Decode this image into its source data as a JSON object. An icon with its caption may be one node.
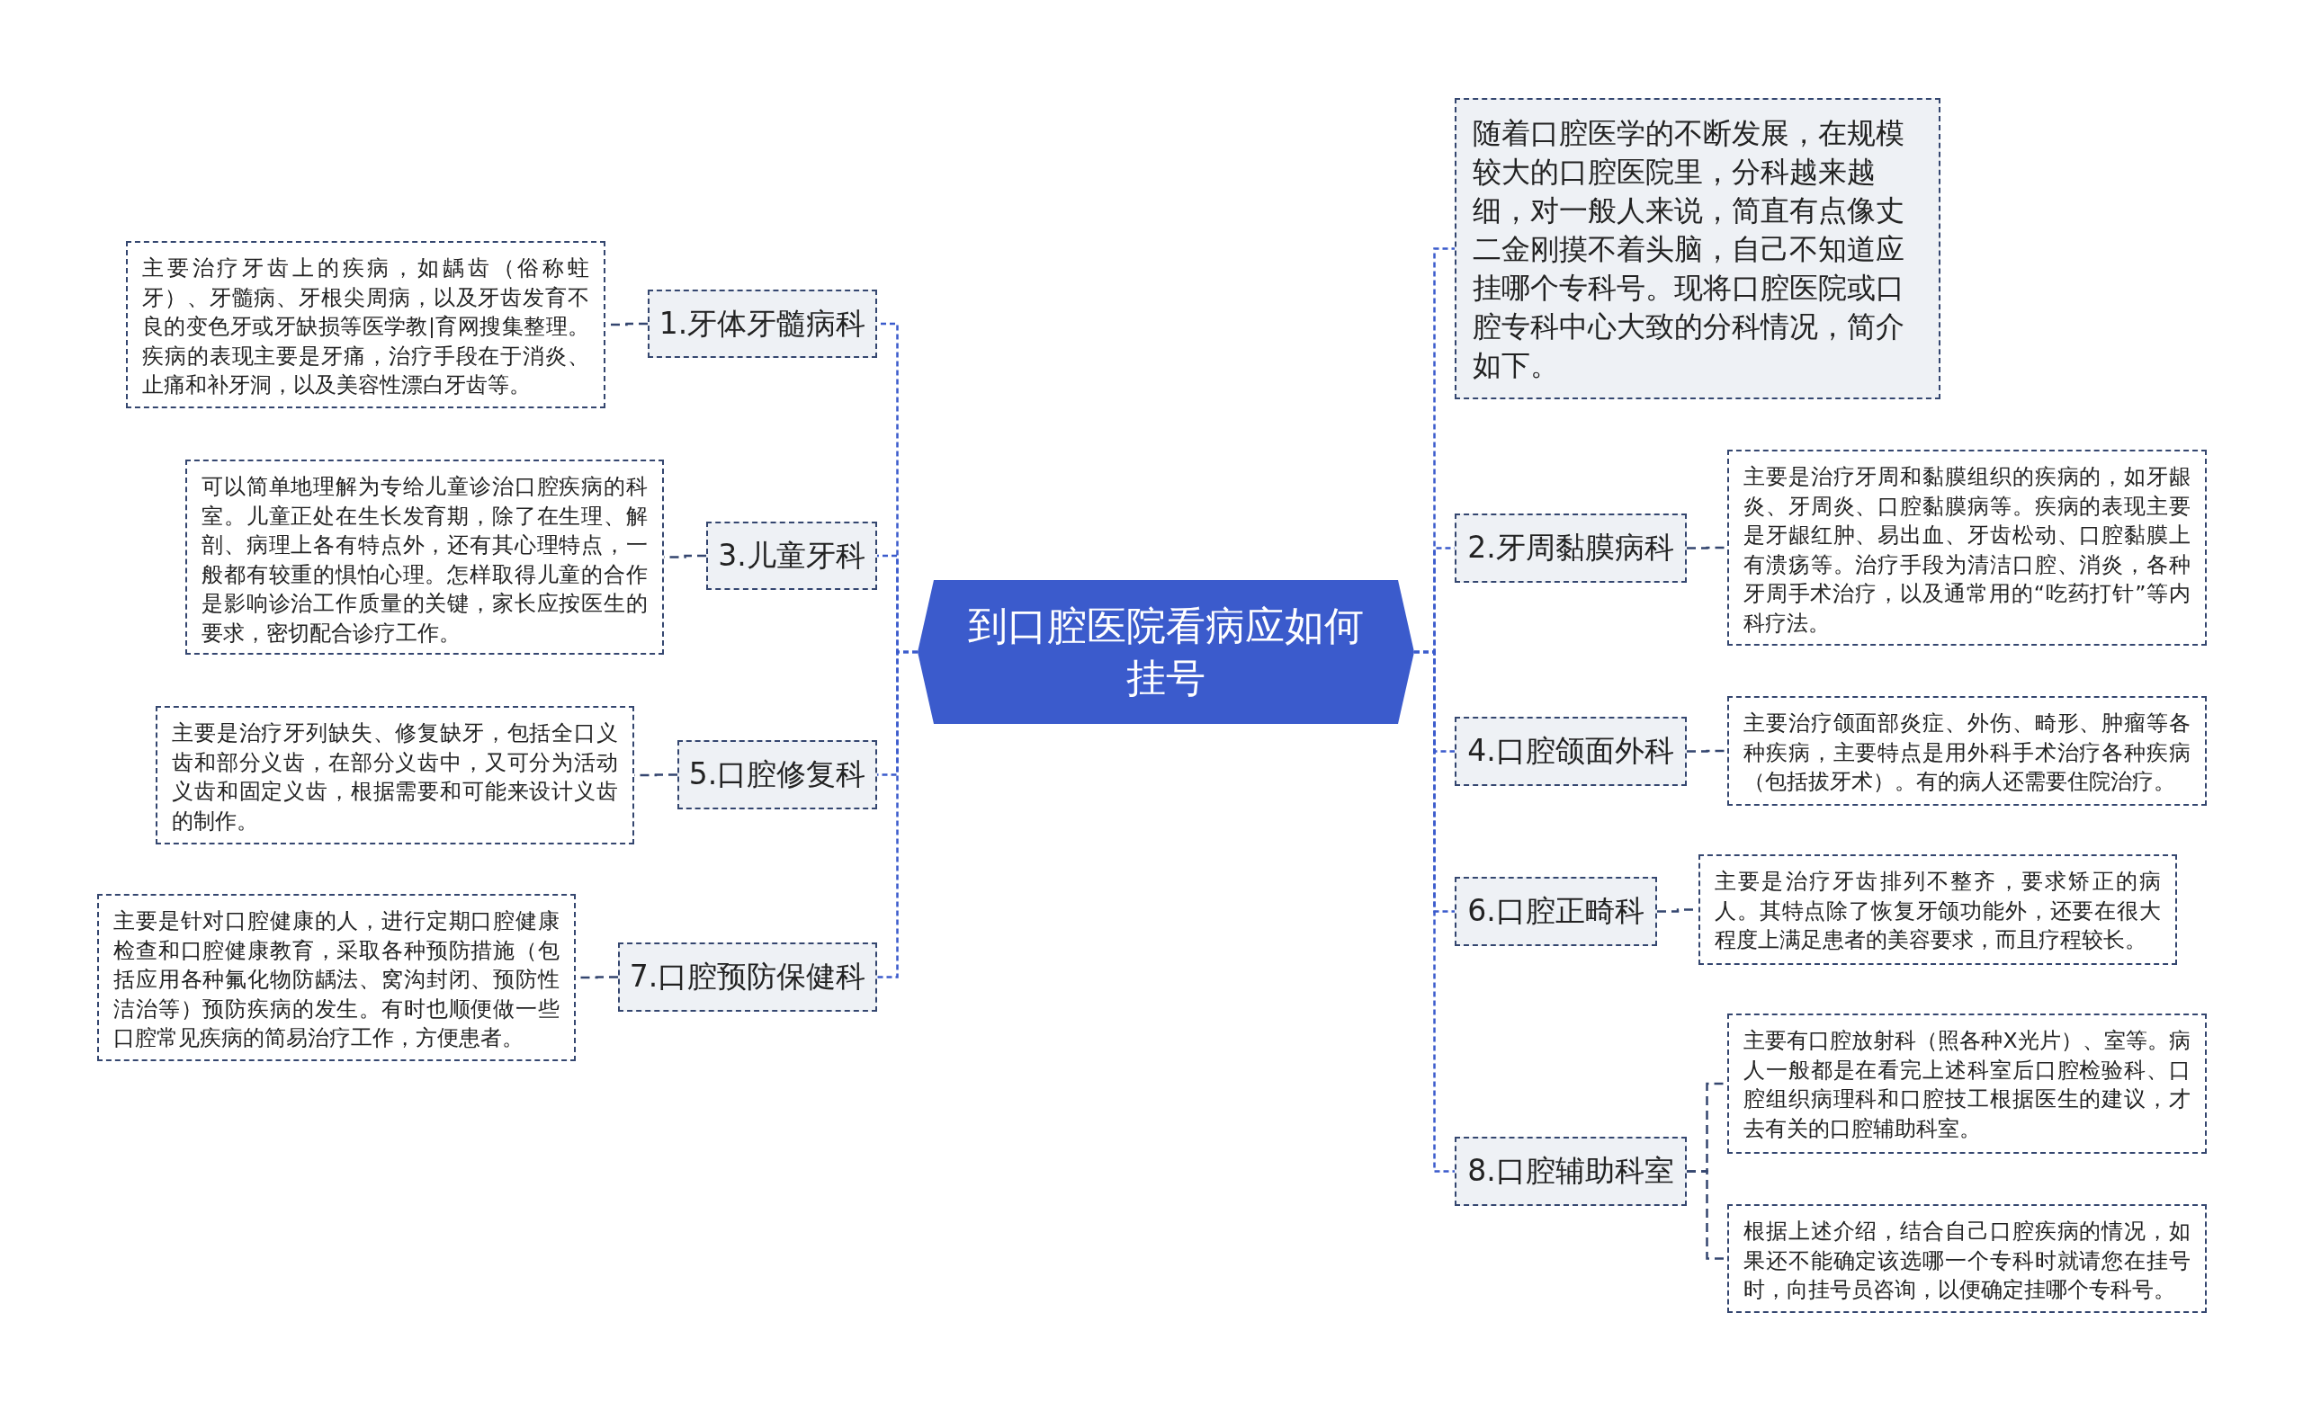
{
  "diagram": {
    "nodes": [
      {
        "text": [
          "到口腔医院看病应如何挂号"
        ]
      },
      {
        "text": [
          "随着口腔医学的不断发展，在规模较大的口腔医院里，分科越来越细，对一般人来说，简直有点像丈二金刚摸不着头脑，自己不知道应挂哪个专科号。现将口腔医院或口腔专科中心大致的分科情况，简介如下。"
        ]
      },
      {
        "text": [
          "1.牙体牙髓病科"
        ]
      },
      {
        "text": [
          "主要治疗牙齿上的疾病，如龋齿（俗称蛀牙）、牙髓病、牙根尖周病，以及牙齿发育不良的变色牙或牙缺损等医学教|育网搜集整理。疾病的表现主要是牙痛，治疗手段在于消炎、止痛和补牙洞，以及美容性漂白牙齿等。"
        ]
      },
      {
        "text": [
          "2.牙周黏膜病科"
        ]
      },
      {
        "text": [
          "主要是治疗牙周和黏膜组织的疾病的，如牙龈炎、牙周炎、口腔黏膜病等。疾病的表现主要是牙龈红肿、易出血、牙齿松动、口腔黏膜上有溃疡等。治疗手段为清洁口腔、消炎，各种牙周手术治疗，以及通常用的“吃药打针”等内科疗法。"
        ]
      },
      {
        "text": [
          "3.儿童牙科"
        ]
      },
      {
        "text": [
          "可以简单地理解为专给儿童诊治口腔疾病的科室。儿童正处在生长发育期，除了在生理、解剖、病理上各有特点外，还有其心理特点，一般都有较重的惧怕心理。怎样取得儿童的合作是影响诊治工作质量的关键，家长应按医生的要求，密切配合诊疗工作。"
        ]
      },
      {
        "text": [
          "4.口腔颌面外科"
        ]
      },
      {
        "text": [
          "主要治疗颌面部炎症、外伤、畸形、肿瘤等各种疾病，主要特点是用外科手术治疗各种疾病（包括拔牙术）。有的病人还需要住院治疗。"
        ]
      },
      {
        "text": [
          "5.口腔修复科"
        ]
      },
      {
        "text": [
          "主要是治疗牙列缺失、修复缺牙，包括全口义齿和部分义齿，在部分义齿中，又可分为活动义齿和固定义齿，根据需要和可能来设计义齿的制作。"
        ]
      },
      {
        "text": [
          "6.口腔正畸科"
        ]
      },
      {
        "text": [
          "主要是治疗牙齿排列不整齐，要求矫正的病人。其特点除了恢复牙颌功能外，还要在很大程度上满足患者的美容要求，而且疗程较长。"
        ]
      },
      {
        "text": [
          "7.口腔预防保健科"
        ]
      },
      {
        "text": [
          "主要是针对口腔健康的人，进行定期口腔健康检查和口腔健康教育，采取各种预防措施（包括应用各种氟化物防龋法、窝沟封闭、预防性洁治等）预防疾病的发生。有时也顺便做一些口腔常见疾病的简易治疗工作，方便患者。"
        ]
      },
      {
        "text": [
          "8.口腔辅助科室"
        ]
      },
      {
        "text": [
          "主要有口腔放射科（照各种X光片）、室等。病人一般都是在看完上述科室后口腔检验科、口腔组织病理科和口腔技工根据医生的建议，才去有关的口腔辅助科室。"
        ]
      },
      {
        "text": [
          "根据上述介绍，结合自己口腔疾病的情况，如果还不能确定该选哪一个专科时就请您在挂号时，向挂号员咨询，以便确定挂哪个专科号。"
        ]
      }
    ],
    "edges": [
      {
        "from": 0,
        "to": 1,
        "arrow": "none"
      },
      {
        "from": 0,
        "to": 2,
        "arrow": "none"
      },
      {
        "from": 2,
        "to": 3,
        "arrow": "none",
        "color": "#34466f"
      },
      {
        "from": 0,
        "to": 4,
        "arrow": "none"
      },
      {
        "from": 4,
        "to": 5,
        "arrow": "none",
        "color": "#34466f"
      },
      {
        "from": 0,
        "to": 6,
        "arrow": "none"
      },
      {
        "from": 6,
        "to": 7,
        "arrow": "none",
        "color": "#34466f"
      },
      {
        "from": 0,
        "to": 8,
        "arrow": "none"
      },
      {
        "from": 8,
        "to": 9,
        "arrow": "none",
        "color": "#34466f"
      },
      {
        "from": 0,
        "to": 10,
        "arrow": "none"
      },
      {
        "from": 10,
        "to": 11,
        "arrow": "none",
        "color": "#34466f"
      },
      {
        "from": 0,
        "to": 12,
        "arrow": "none"
      },
      {
        "from": 12,
        "to": 13,
        "arrow": "none",
        "color": "#34466f"
      },
      {
        "from": 0,
        "to": 14,
        "arrow": "none"
      },
      {
        "from": 14,
        "to": 15,
        "arrow": "none",
        "color": "#34466f"
      },
      {
        "from": 0,
        "to": 16,
        "arrow": "none"
      },
      {
        "from": 16,
        "to": 17,
        "arrow": "none",
        "color": "#34466f"
      },
      {
        "from": 16,
        "to": 18,
        "arrow": "none",
        "color": "#34466f"
      }
    ]
  }
}
